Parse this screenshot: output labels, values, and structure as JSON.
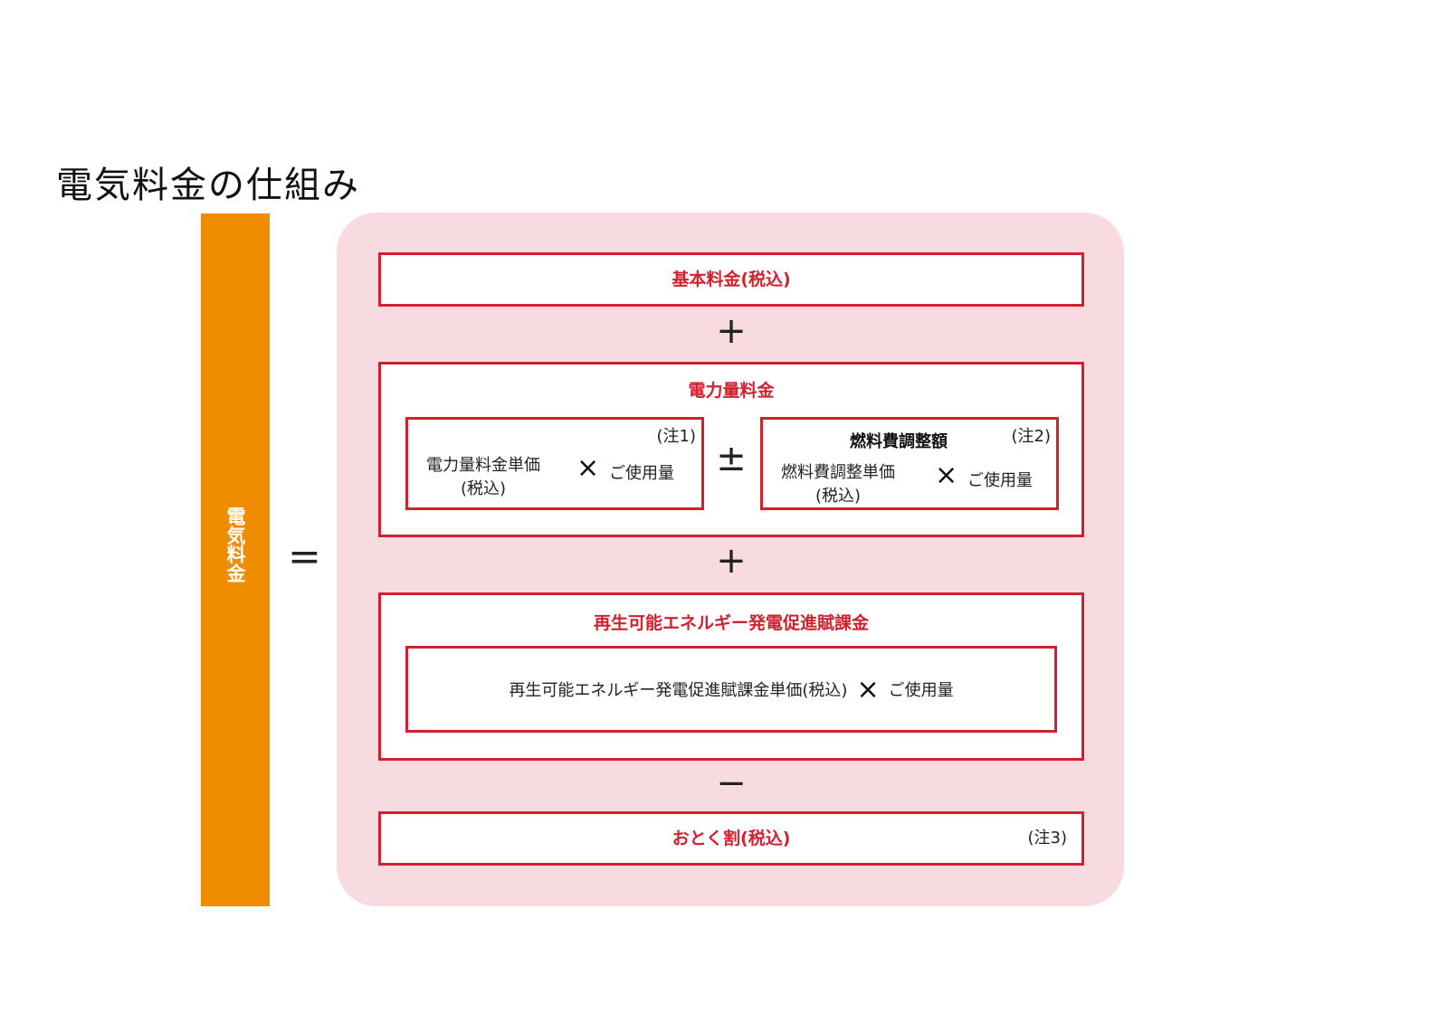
{
  "title": "電気料金の仕組み",
  "total_label": "電気料金",
  "equals": "=",
  "base": {
    "label": "基本料金(税込)"
  },
  "plus1": "+",
  "energy": {
    "label": "電力量料金",
    "unit": {
      "line1": "電力量料金単価",
      "line2": "(税込)",
      "times": "×",
      "usage": "ご使用量",
      "note": "(注1)"
    },
    "pm": "±",
    "fuel": {
      "label": "燃料費調整額",
      "note": "(注2)",
      "line1": "燃料費調整単価",
      "line2": "(税込)",
      "times": "×",
      "usage": "ご使用量"
    }
  },
  "plus2": "+",
  "renew": {
    "label": "再生可能エネルギー発電促進賦課金",
    "formula": "再生可能エネルギー発電促進賦課金単価(税込)",
    "times": "×",
    "usage": "ご使用量"
  },
  "minus": "−",
  "discount": {
    "label": "おとく割(税込)",
    "note": "(注3)"
  },
  "colors": {
    "orange": "#ef8c00",
    "pink": "#f7dbe0",
    "red": "#d2212e"
  }
}
